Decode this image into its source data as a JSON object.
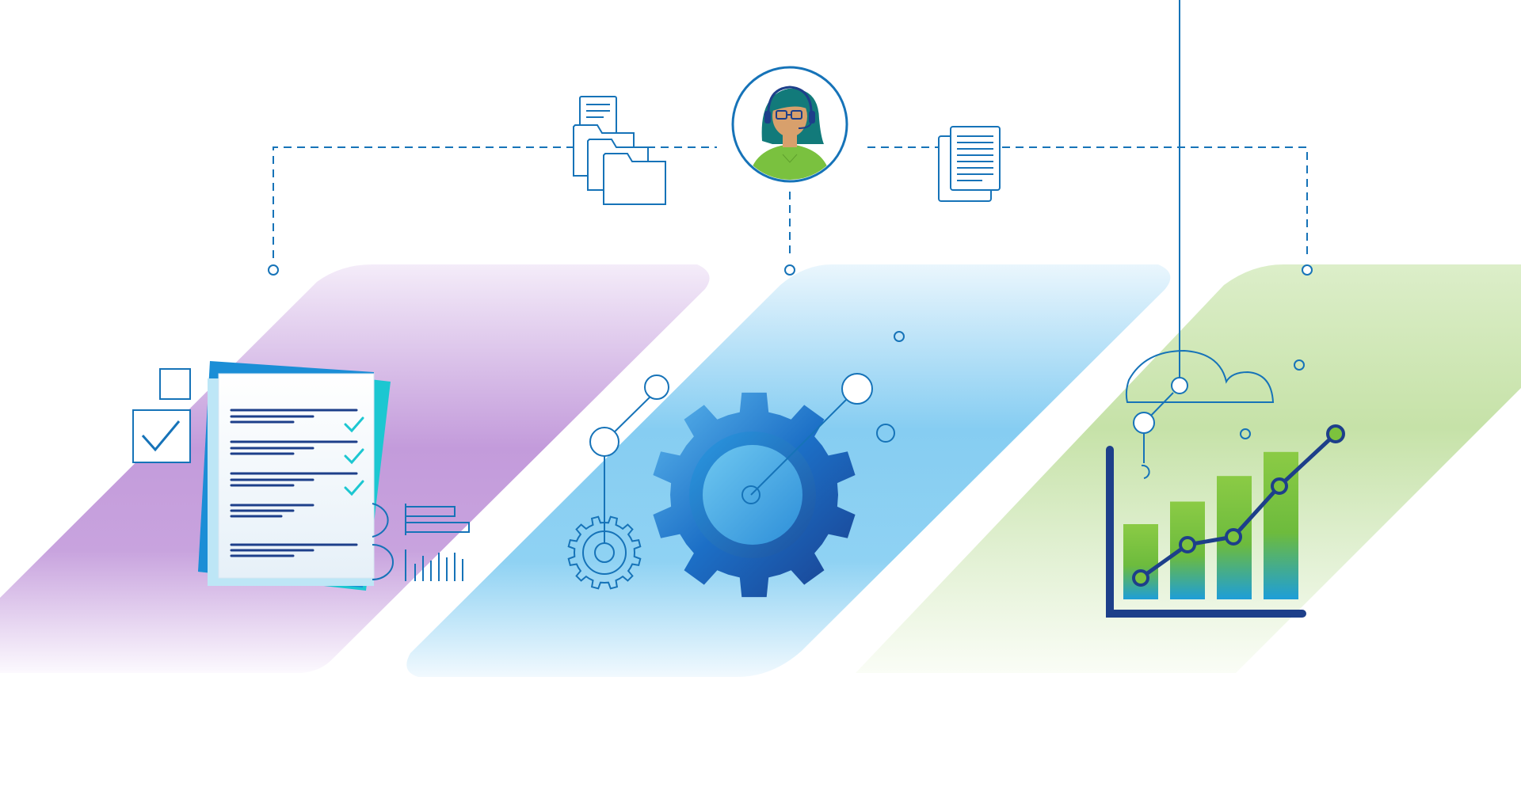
{
  "colors": {
    "line_blue": "#1673B8",
    "dark_navy": "#1D3F8A",
    "purple_band": "#C39BDB",
    "blue_band": "#86CDF2",
    "green_band": "#C6E2A8",
    "gear_blue": "#1F6FCA",
    "bar_green": "#7CC23D",
    "bar_teal": "#21A3D6",
    "cyan_check": "#1CC7D1",
    "agent_shirt": "#7AC13F",
    "agent_hair": "#127A7A",
    "agent_skin": "#D8A06C"
  },
  "icons": {
    "agent": "support-agent-headset-icon",
    "folders": "folders-stack-icon",
    "documents": "documents-stack-icon",
    "checklist": "checklist-document-icon",
    "checkbox": "checkbox-icon",
    "gear": "gear-icon",
    "chart": "bar-chart-icon",
    "cloud": "cloud-icon"
  },
  "chart_illustration": {
    "bar_levels": [
      0.5,
      0.65,
      0.82,
      0.98
    ],
    "trend_points": 5
  }
}
